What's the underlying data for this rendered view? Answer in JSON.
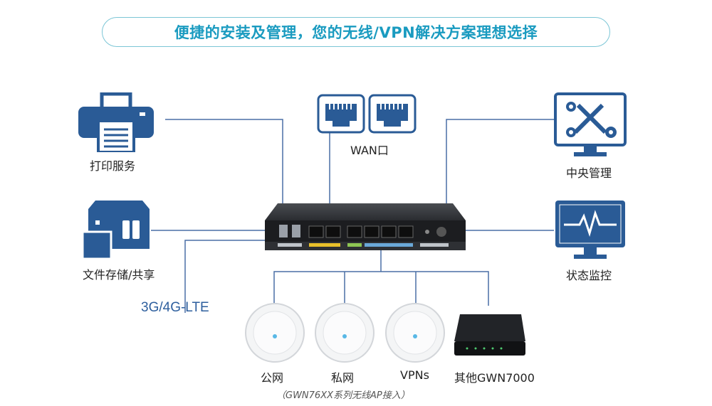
{
  "header": {
    "title": "便捷的安装及管理，您的无线/VPN解决方案理想选择"
  },
  "nodes": {
    "print": "打印服务",
    "storage": "文件存储/共享",
    "lte": "3G/4G-LTE",
    "wan": "WAN口",
    "central": "中央管理",
    "status": "状态监控",
    "ap_public": "公网",
    "ap_private": "私网",
    "ap_vpn": "VPNs",
    "gwn": "其他GWN7000",
    "ap_note": "（GWN76XX系列无线AP接入）"
  },
  "colors": {
    "icon_blue": "#2a5b96",
    "line_blue": "#4a6fa5",
    "title_cyan": "#1a9bc0"
  }
}
